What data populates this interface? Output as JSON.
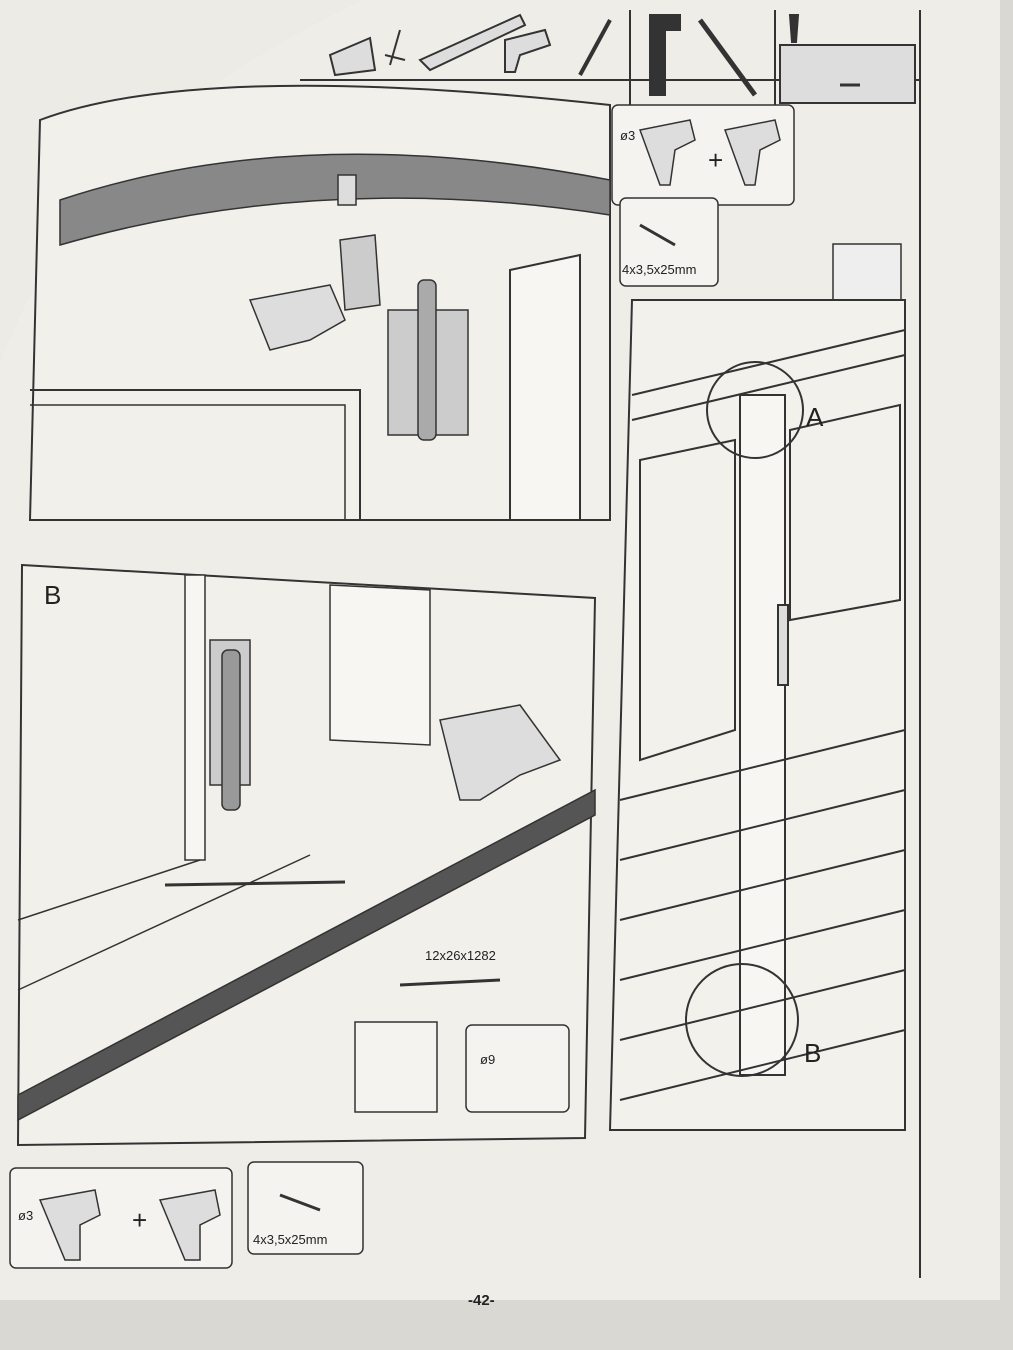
{
  "panels": {
    "detail_a_label": "A",
    "detail_b_label": "B",
    "panel_b_title": "B"
  },
  "tool_boxes": {
    "drill_diameter_small": "ø3",
    "drill_diameter_large": "ø9",
    "plus_sign": "+",
    "screw_size": "4x3,5x25mm"
  },
  "parts": {
    "bar_size": "12x26x1282"
  },
  "footer": {
    "page_number": "-42-"
  }
}
